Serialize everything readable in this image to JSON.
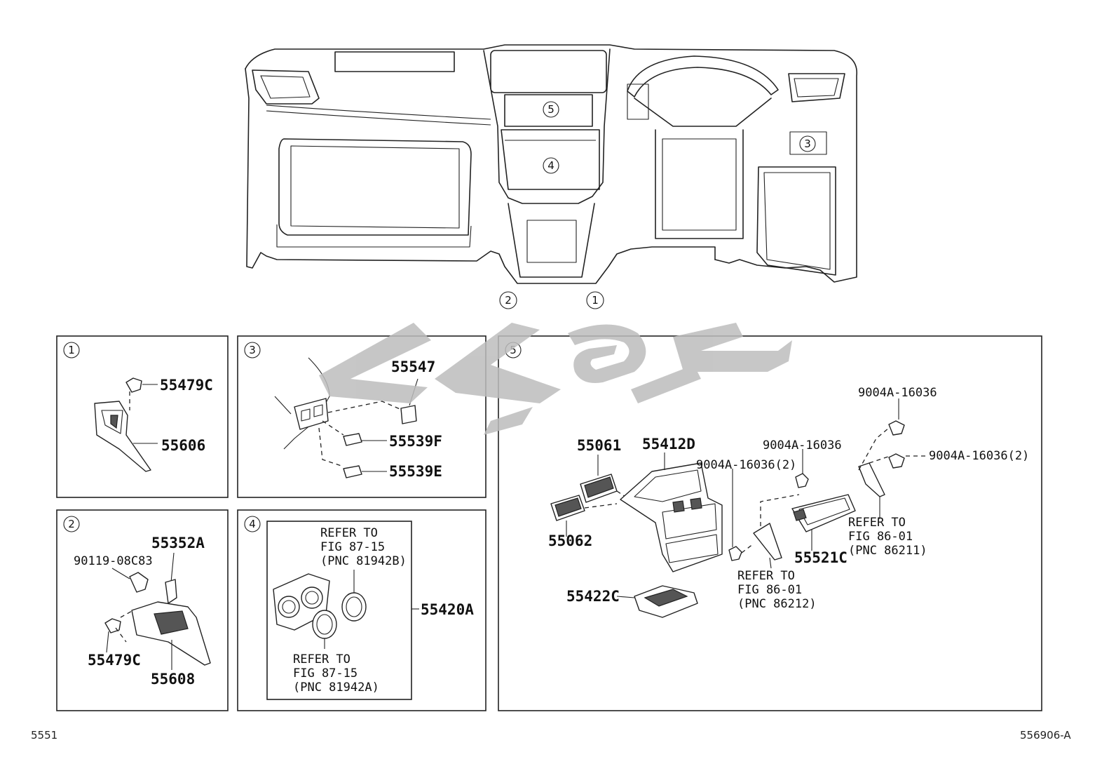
{
  "callouts": {
    "c1": "1",
    "c2": "2",
    "c3": "3",
    "c4": "4",
    "c5": "5"
  },
  "panel1": {
    "p1": "55479C",
    "p2": "55606"
  },
  "panel2": {
    "p1": "55352A",
    "p2": "90119-08C83",
    "p3": "55479C",
    "p4": "55608"
  },
  "panel3": {
    "p1": "55547",
    "p2": "55539F",
    "p3": "55539E"
  },
  "panel4": {
    "part": "55420A",
    "refer_b": [
      "REFER TO",
      "FIG 87-15",
      "(PNC 81942B)"
    ],
    "refer_a": [
      "REFER TO",
      "FIG 87-15",
      "(PNC 81942A)"
    ]
  },
  "panel5": {
    "p55061": "55061",
    "p55412D": "55412D",
    "p55062": "55062",
    "p55422C": "55422C",
    "p55521C": "55521C",
    "bolt_a": "9004A-16036(2)",
    "bolt_b": "9004A-16036",
    "bolt_c": "9004A-16036",
    "bolt_d": "9004A-16036(2)",
    "refer_left": [
      "REFER TO",
      "FIG 86-01",
      "(PNC 86212)"
    ],
    "refer_right": [
      "REFER TO",
      "FIG 86-01",
      "(PNC 86211)"
    ]
  },
  "footer": {
    "left": "5551",
    "right": "556906-A"
  },
  "icons": {
    "watermark": "brand-watermark-logo"
  }
}
